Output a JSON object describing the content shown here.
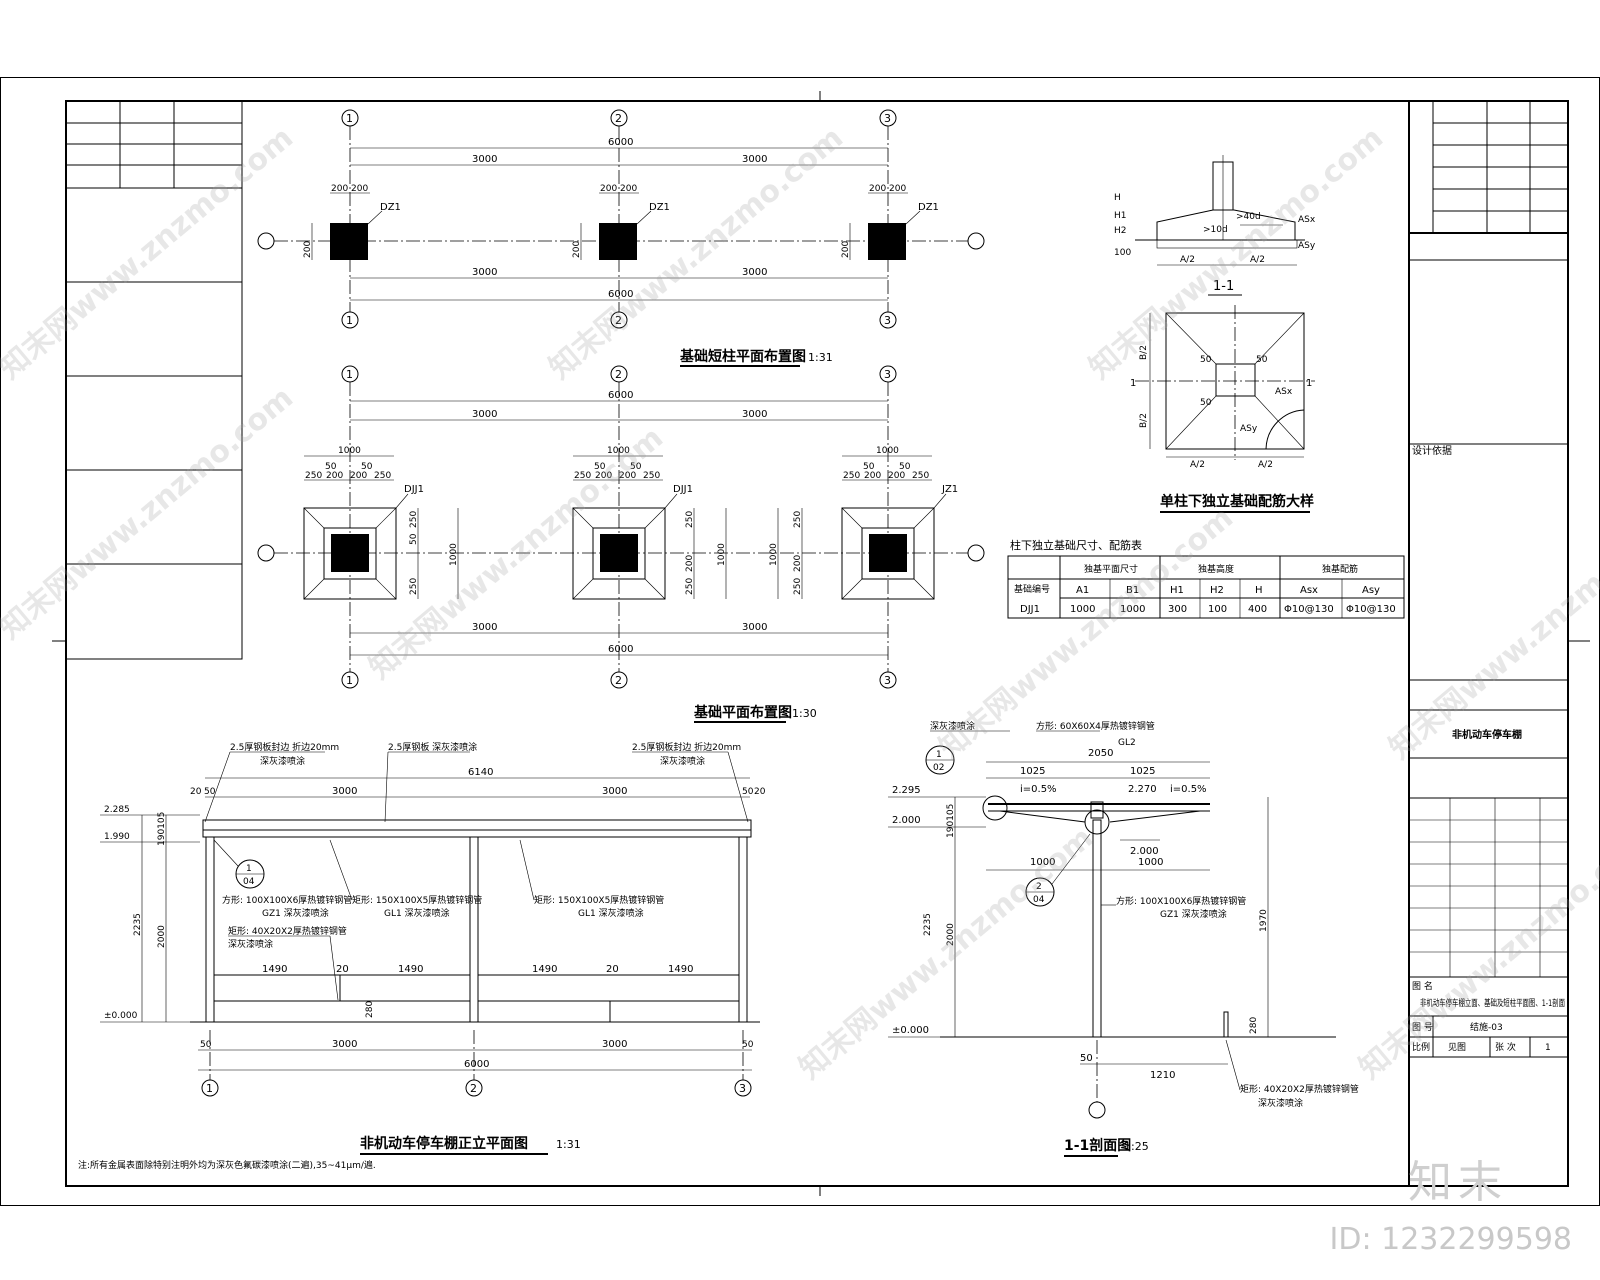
{
  "plans": {
    "short_col_title": "基础短柱平面布置图",
    "short_col_scale": "1:31",
    "found_title": "基础平面布置图",
    "found_scale": "1:30",
    "elev_title": "非机动车停车棚正立平面图",
    "elev_scale": "1:31",
    "section_title": "1-1剖面图",
    "section_scale": "1:25",
    "detail_title": "单柱下独立基础配筋大样",
    "section_1_1": "1-1",
    "axis": [
      "1",
      "2",
      "3"
    ],
    "dims": {
      "d6000": "6000",
      "d3000": "3000",
      "d6140": "6140",
      "d1000": "1000",
      "d200": "200",
      "d250": "250",
      "d50": "50",
      "d1490": "1490",
      "d20": "20",
      "d2050": "2050",
      "d1025": "1025",
      "d1210": "1210",
      "d2000": "2000",
      "d2235": "2235",
      "d1970": "1970",
      "d190105": "190105",
      "d280": "280"
    },
    "tags": {
      "dz1": "DZ1",
      "djj1": "DJJ1",
      "jz1": "JZ1"
    }
  },
  "detail": {
    "labels": {
      "h": "H",
      "h1": "H1",
      "h2": "H2",
      "a2": "A/2",
      "b2": "B/2",
      "asx": "ASx",
      "asy": "ASy",
      "d40": ">40d",
      "d10": ">10d",
      "one": "1",
      "d50": "50",
      "d100": "100"
    }
  },
  "table": {
    "caption": "柱下独立基础尺寸、配筋表",
    "header_row1": [
      "基础编号",
      "独基平面尺寸",
      "独基高度",
      "独基配筋"
    ],
    "header_row2": [
      "A1",
      "B1",
      "H1",
      "H2",
      "H",
      "Asx",
      "Asy"
    ],
    "rows": [
      [
        "DJJ1",
        "1000",
        "1000",
        "300",
        "100",
        "400",
        "Φ10@130",
        "Φ10@130"
      ]
    ]
  },
  "elevation": {
    "notes": {
      "n1": "2.5厚钢板封边 折边20mm",
      "n1b": "深灰漆喷涂",
      "n2": "2.5厚钢板 深灰漆喷涂",
      "n3": "方形: 100X100X6厚热镀锌钢管",
      "n3b": "GZ1 深灰漆喷涂",
      "n4": "矩形: 150X100X5厚热镀锌钢管",
      "n4b": "GL1 深灰漆喷涂",
      "n5": "矩形: 40X20X2厚热镀锌钢管",
      "n5b": "深灰漆喷涂",
      "n6": "方形: 60X60X4厚热镀锌钢管",
      "n6b": "GL2"
    },
    "levels": {
      "l2285": "2.285",
      "l1990": "1.990",
      "l0": "±0.000",
      "l2295": "2.295",
      "l2000": "2.000",
      "l2270": "2.270"
    },
    "slopes": {
      "s1": "i=0.5%"
    },
    "refs": {
      "r1": "1",
      "r1s": "04",
      "r2": "2",
      "r2s": "04",
      "r3": "1",
      "r3s": "02"
    },
    "bottom_note": "注:所有金属表面除特别注明外均为深灰色氟碳漆喷涂(二遍),35~41μm/遍."
  },
  "title_block": {
    "design_note": "设计依据",
    "project": "非机动车停车棚",
    "drawing_name": "非机动车停车棚立面、基础及短柱平面图、1-1剖面",
    "drawing_no": "结施-03",
    "scale_label": "比例",
    "scale_value": "见图",
    "sheet_label": "张 次",
    "sheet_value": "1",
    "drawing_label": "图 名",
    "no_label": "图 号"
  },
  "watermark": {
    "text": "知末网www.znzmo.com",
    "logo": "知末",
    "id": "ID: 1232299598"
  }
}
